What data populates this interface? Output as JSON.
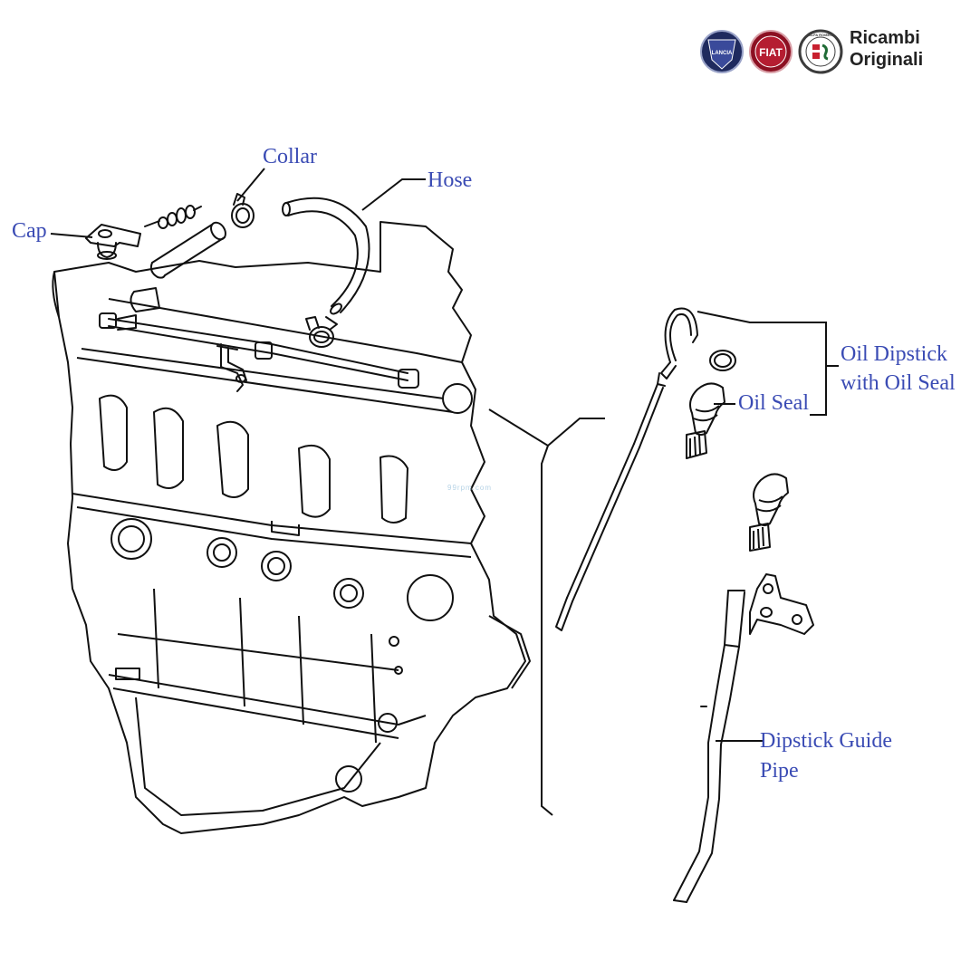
{
  "logos": {
    "lancia": {
      "text": "LANCIA",
      "color": "#25306e"
    },
    "fiat": {
      "text": "FIAT",
      "color": "#a3172a"
    },
    "alfa": {
      "text": "ALFA ROMEO",
      "color": "#1e6b35"
    }
  },
  "brand": {
    "line1": "Ricambi",
    "line2": "Originali"
  },
  "watermark": "99rpm.com",
  "labels": {
    "collar": "Collar",
    "hose": "Hose",
    "cap": "Cap",
    "dipstick_line1": "Oil Dipstick",
    "dipstick_line2": "with Oil Seal",
    "oil_seal": "Oil Seal",
    "guide_line1": "Dipstick Guide",
    "guide_line2": "Pipe"
  },
  "colors": {
    "label": "#3a4bb4",
    "line": "#111111"
  }
}
